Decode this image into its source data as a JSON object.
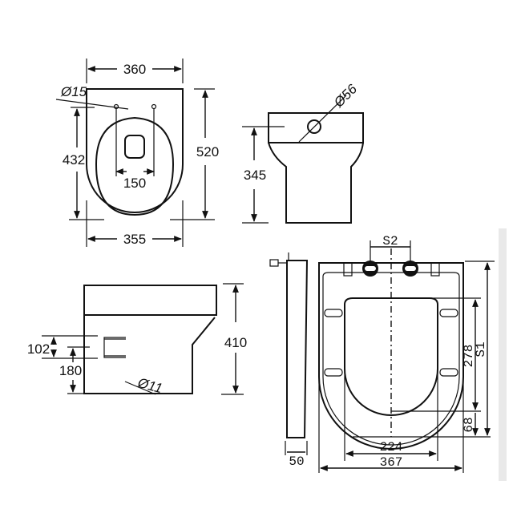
{
  "drawing": {
    "type": "technical-dimension-drawing",
    "subject": "back-to-wall toilet pan and soft-close seat",
    "units": "mm",
    "background": "#ffffff",
    "line_color": "#111111"
  },
  "views": {
    "top_view": {
      "dims": {
        "width_top": "360",
        "width_bottom": "355",
        "depth_total": "520",
        "depth_to_fixings": "432",
        "fixing_spacing": "150",
        "fixing_hole": "Ø15"
      }
    },
    "front_view": {
      "dims": {
        "inlet_height": "345",
        "inlet_diameter": "Ø56"
      }
    },
    "side_view": {
      "dims": {
        "total_height": "410",
        "outlet_offset": "102",
        "outlet_height": "180",
        "floor_fixing": "Ø11"
      }
    },
    "seat_side_view": {
      "dims": {
        "thickness": "50"
      }
    },
    "seat_top_view": {
      "dims": {
        "hinge_spacing": "S2",
        "overall_length": "S1",
        "opening_length": "278",
        "front_rim": "68",
        "opening_width": "224",
        "overall_width": "367"
      }
    }
  }
}
